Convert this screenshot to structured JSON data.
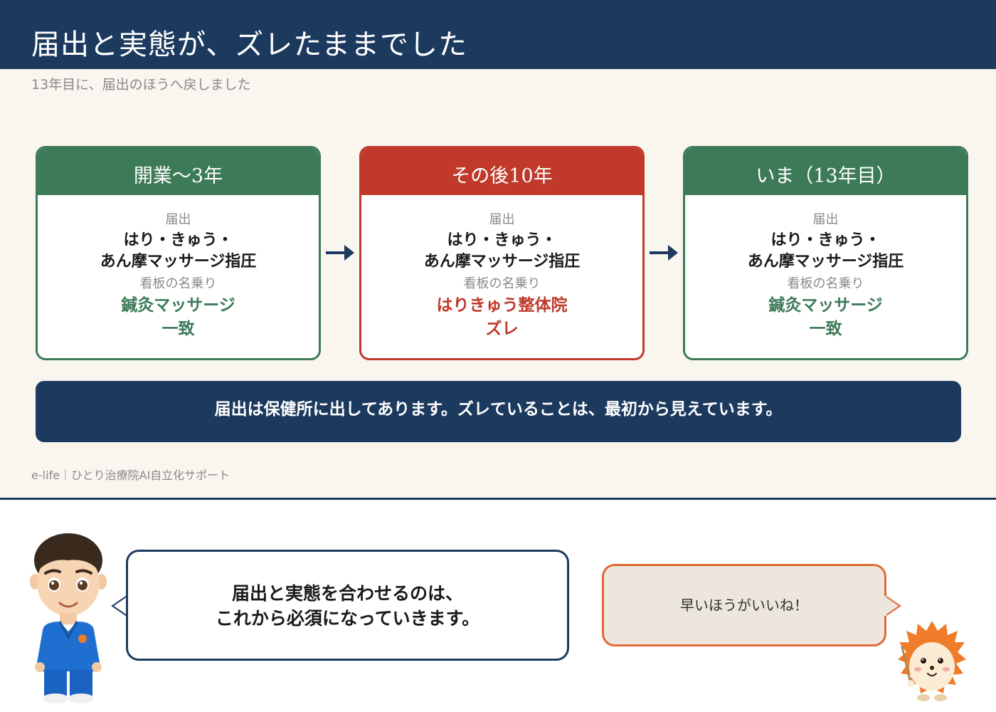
{
  "slide": {
    "title": "届出と実態が、ズレたままでした",
    "subtitle": "13年目に、届出のほうへ戻しました",
    "cards": [
      {
        "header": "開業〜3年",
        "registration_label": "届出",
        "registration_line1": "はり・きゅう・",
        "registration_line2": "あん摩マッサージ指圧",
        "signboard_label": "看板の名乗り",
        "signboard_value": "鍼灸マッサージ",
        "status": "一致",
        "accent_color": "#3d7a58"
      },
      {
        "header": "その後10年",
        "registration_label": "届出",
        "registration_line1": "はり・きゅう・",
        "registration_line2": "あん摩マッサージ指圧",
        "signboard_label": "看板の名乗り",
        "signboard_value": "はりきゅう整体院",
        "status": "ズレ",
        "accent_color": "#c0392b"
      },
      {
        "header": "いま（13年目）",
        "registration_label": "届出",
        "registration_line1": "はり・きゅう・",
        "registration_line2": "あん摩マッサージ指圧",
        "signboard_label": "看板の名乗り",
        "signboard_value": "鍼灸マッサージ",
        "status": "一致",
        "accent_color": "#3d7a58"
      }
    ],
    "arrow_icon": "arrow-right-icon",
    "note": "届出は保健所に出してあります。ズレていることは、最初から見えています。",
    "footer": "e-life｜ひとり治療院AI自立化サポート",
    "colors": {
      "navy": "#1c3a5e",
      "green": "#3d7a58",
      "red": "#c0392b",
      "cream": "#f9f5ef",
      "orange": "#e06a34"
    }
  },
  "dialogue": {
    "left": {
      "avatar_icon": "doctor-avatar-icon",
      "line1": "届出と実態を合わせるのは、",
      "line2": "これから必須になっていきます。"
    },
    "right": {
      "avatar_icon": "hedgehog-avatar-icon",
      "text": "早いほうがいいね！"
    }
  }
}
